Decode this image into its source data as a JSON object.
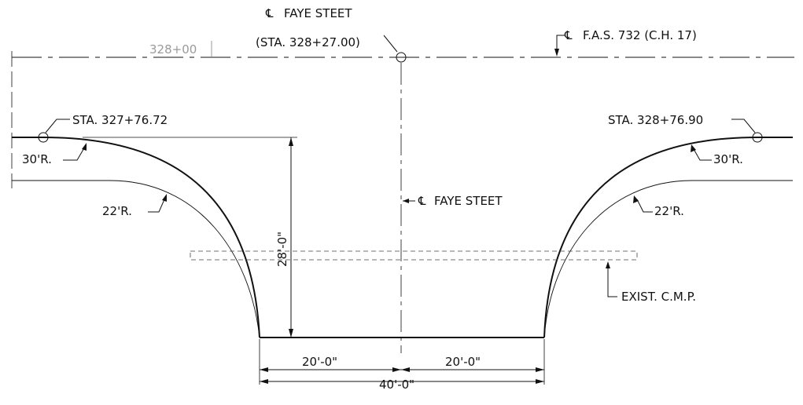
{
  "labels": {
    "cl_top_title": "FAYE STEET",
    "cl_top_station": "(STA. 328+27.00)",
    "cl_fas": "F.A.S. 732 (C.H. 17)",
    "station_328": "328+00",
    "sta_left": "STA. 327+76.72",
    "sta_right": "STA. 328+76.90",
    "r30_left": "30'R.",
    "r30_right": "30'R.",
    "r22_left": "22'R.",
    "r22_right": "22'R.",
    "cl_mid": "FAYE STEET",
    "dim_vertical": "28'-0\"",
    "dim_left": "20'-0\"",
    "dim_right": "20'-0\"",
    "dim_total": "40'-0\"",
    "exist_cmp": "EXIST. C.M.P."
  },
  "symbols": {
    "centerline": "℄"
  }
}
